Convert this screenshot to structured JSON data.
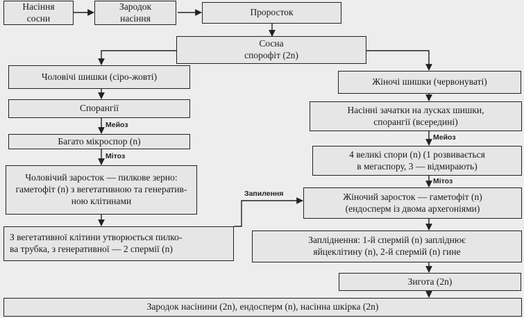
{
  "nodes": {
    "pine_seed": "Насіння\nсосни",
    "seed_embryo": "Зародок\nнасіння",
    "sprout": "Проросток",
    "pine_sporophyte": "Сосна\nспорофіт (2n)",
    "male_cones": "Чоловічі шишки (сіро-жовті)",
    "sporangia": "Спорангії",
    "microspores": "Багато мікроспор (n)",
    "male_gametophyte": "Чоловічий заросток — пилкове зерно:\nгаметофіт (n) з вегетативною та генератив-\nною клітинами",
    "pollen_tube": "З вегетативної клітини утворюється пилко-\nва трубка, з генеративної — 2 спермії (n)",
    "female_cones": "Жіночі шишки (червонуваті)",
    "ovules": "Насінні зачатки на лусках шишки,\nспорангії (всередині)",
    "megaspores": "4 великі спори (n) (1 розвивається\nв мегаспору, 3 — відмирають)",
    "female_gametophyte": "Жіночий заросток — гаметофіт (n)\n(ендосперм із двома архегоніями)",
    "fertilization": "Запліднення: 1-й спермій (n) запліднює\nяйцеклітину (n), 2-й спермій (n) гине",
    "zygote": "Зигота (2n)",
    "result": "Зародок насінини (2n), ендосперм (n), насінна шкірка (2n)"
  },
  "edge_labels": {
    "meiosis_left": "Мейоз",
    "mitosis_left": "Мітоз",
    "meiosis_right": "Мейоз",
    "mitosis_right": "Мітоз",
    "pollination": "Запилення"
  }
}
